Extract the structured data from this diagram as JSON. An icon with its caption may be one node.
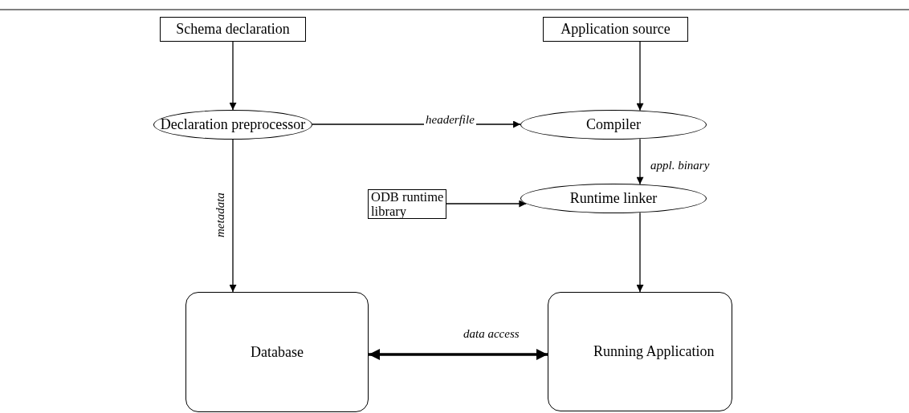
{
  "diagram": {
    "nodes": [
      {
        "text": [
          "Schema declaration"
        ]
      },
      {
        "text": [
          "Application source"
        ]
      },
      {
        "text": [
          "Declaration preprocessor"
        ]
      },
      {
        "text": [
          "Compiler"
        ]
      },
      {
        "text": [
          "ODB runtime library"
        ]
      },
      {
        "text": [
          "Runtime linker"
        ]
      },
      {
        "text": [
          "Database"
        ]
      },
      {
        "text": [
          "Running Application"
        ]
      }
    ],
    "edges": [
      {
        "from": 0,
        "to": 2,
        "arrow": "to"
      },
      {
        "from": 1,
        "to": 3,
        "arrow": "to"
      },
      {
        "from": 2,
        "to": 3,
        "arrow": "to",
        "label": "headerfile"
      },
      {
        "from": 3,
        "to": 5,
        "arrow": "to",
        "label": "appl. binary"
      },
      {
        "from": 4,
        "to": 5,
        "arrow": "to"
      },
      {
        "from": 5,
        "to": 7,
        "arrow": "to"
      },
      {
        "from": 2,
        "to": 6,
        "arrow": "to",
        "label": "metadata"
      },
      {
        "from": 6,
        "to": 7,
        "arrow": "both",
        "label": "data access",
        "style": "thick"
      }
    ]
  }
}
